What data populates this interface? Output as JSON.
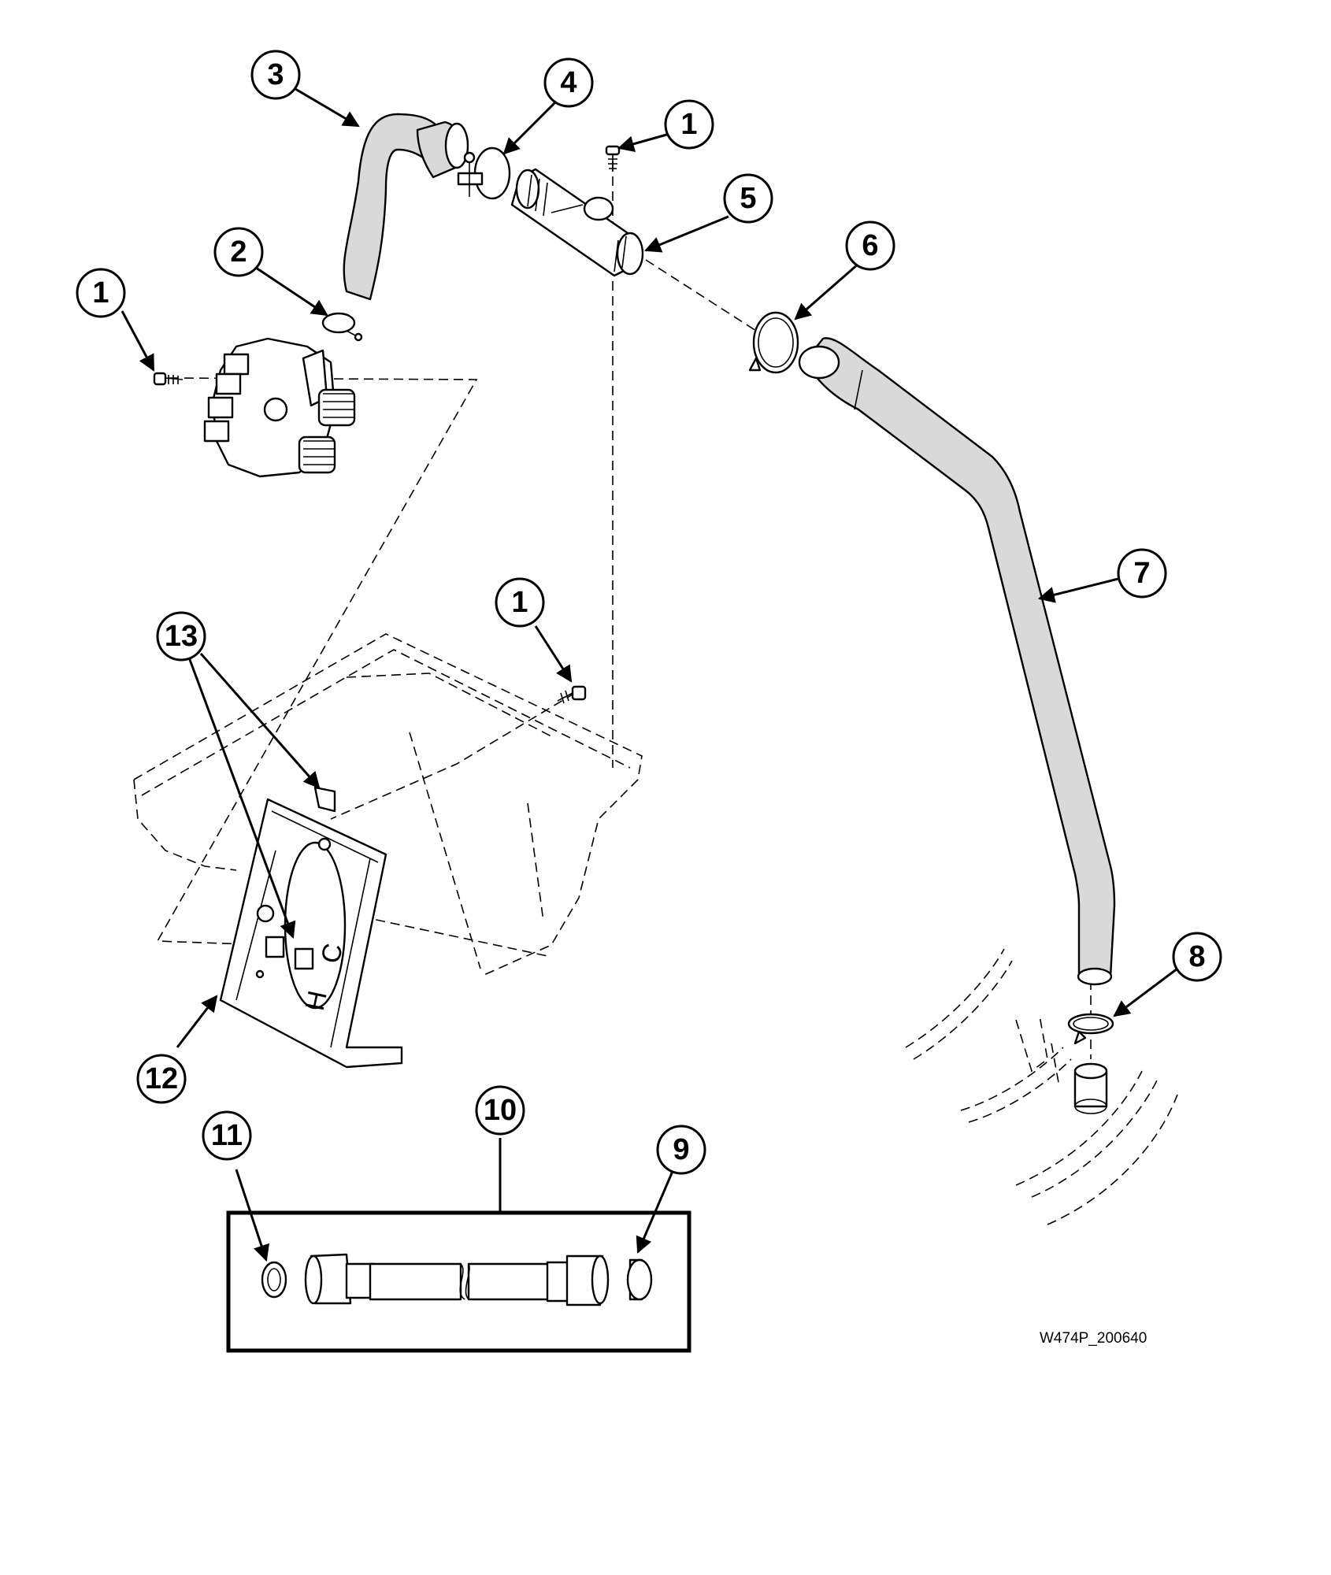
{
  "callouts": [
    {
      "label": "1"
    },
    {
      "label": "1"
    },
    {
      "label": "1"
    },
    {
      "label": "2"
    },
    {
      "label": "3"
    },
    {
      "label": "4"
    },
    {
      "label": "5"
    },
    {
      "label": "6"
    },
    {
      "label": "7"
    },
    {
      "label": "8"
    },
    {
      "label": "9"
    },
    {
      "label": "10"
    },
    {
      "label": "11"
    },
    {
      "label": "12"
    },
    {
      "label": "13"
    }
  ],
  "reference_code": "W474P_200640",
  "panel_letters": {
    "cold": "C",
    "hot": "H"
  },
  "colors": {
    "hose_fill": "#d9d9d9",
    "line": "#000000",
    "background": "#ffffff"
  }
}
